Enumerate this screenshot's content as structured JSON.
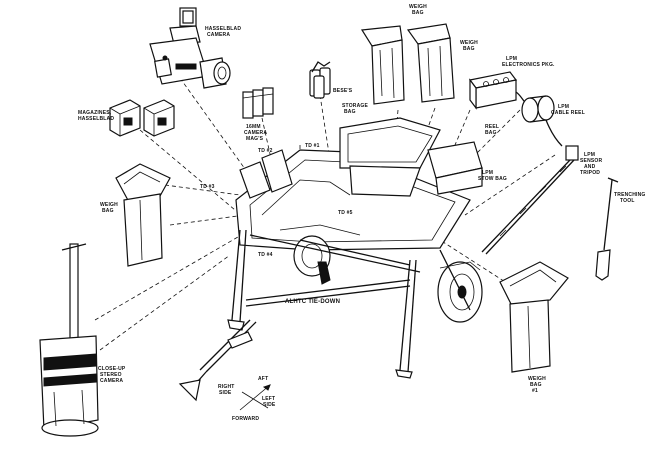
{
  "labels": {
    "hasselblad_camera": [
      "HASSELBLAD",
      "CAMERA"
    ],
    "weigh_bag_top": [
      "WEIGH",
      "BAG"
    ],
    "weigh_bag_top2": [
      "WEIGH",
      "BAG"
    ],
    "lpm_electronics": [
      "LPM",
      "ELECTRONICS PKG."
    ],
    "magazines": [
      "MAGAZINES,",
      "HASSELBLAD"
    ],
    "camera_mags": [
      "16MM",
      "CAMERA",
      "MAG'S"
    ],
    "beses": [
      "BESE'S"
    ],
    "storage_bag": [
      "STORAGE",
      "BAG"
    ],
    "reel_bag": [
      "REEL",
      "BAG"
    ],
    "lpm_cable_reel": [
      "LPM",
      "CABLE REEL"
    ],
    "td2": [
      "TD #2"
    ],
    "td1": [
      "TD #1"
    ],
    "td3": [
      "TD #3"
    ],
    "td4": [
      "TD #4"
    ],
    "td5": [
      "TD #5"
    ],
    "lpm_stow_bag": [
      "LPM",
      "STOW BAG"
    ],
    "lpm_sensor": [
      "LPM",
      "SENSOR",
      "AND",
      "TRIPOD"
    ],
    "trenching_tool": [
      "TRENCHING",
      "TOOL"
    ],
    "weigh_bag_left": [
      "WEIGH",
      "BAG"
    ],
    "alhtc_tiedown": [
      "ALHTC TIE-DOWN"
    ],
    "closeup_camera": [
      "CLOSE-UP",
      "STEREO",
      "CAMERA"
    ],
    "right_side": [
      "RIGHT",
      "SIDE"
    ],
    "aft": [
      "AFT"
    ],
    "left_side": [
      "LEFT",
      "SIDE"
    ],
    "forward": [
      "FORWARD"
    ],
    "weigh_bag_1": [
      "WEIGH",
      "BAG",
      "#1"
    ]
  }
}
